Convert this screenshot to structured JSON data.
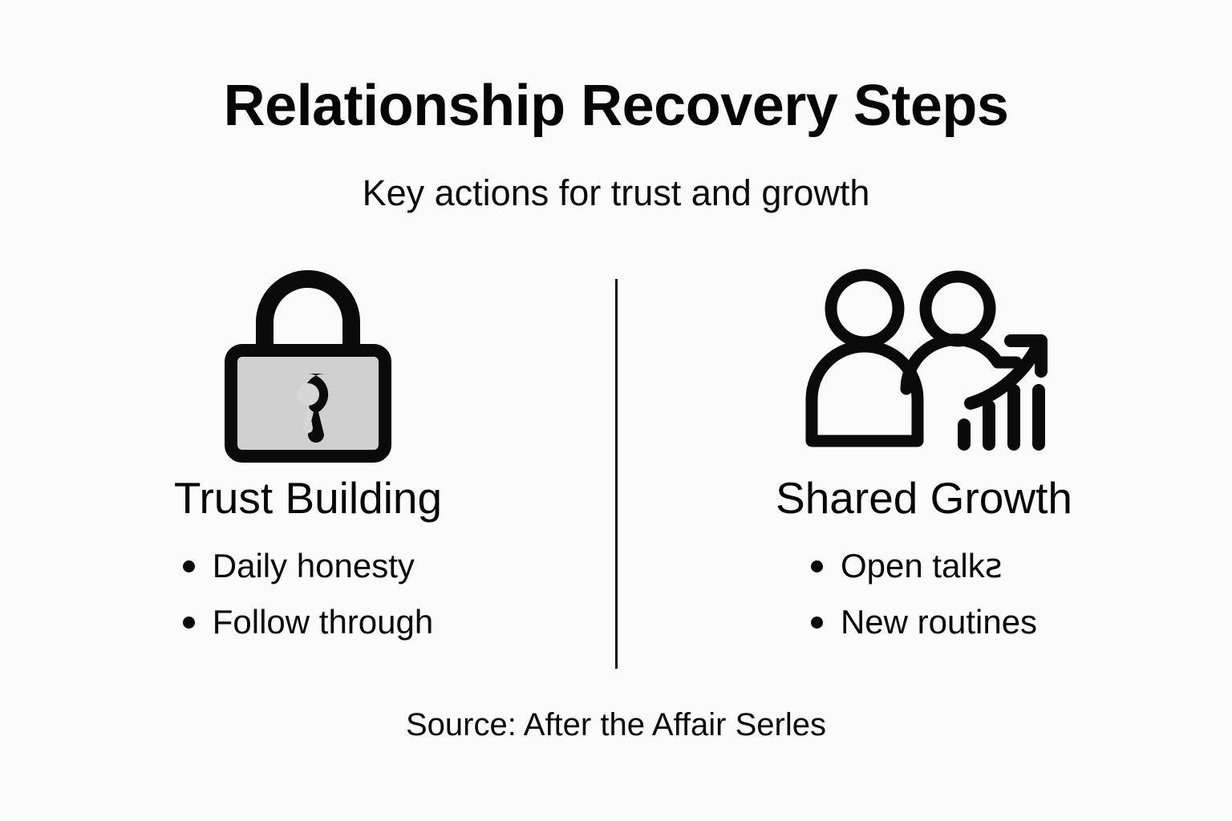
{
  "header": {
    "title": "Relationship Recovery Steps",
    "subtitle": "Key actions for trust and growth"
  },
  "columns": [
    {
      "icon": "padlock-icon",
      "heading": "Trust Building",
      "bullets": [
        "Daily honesty",
        "Follow through"
      ]
    },
    {
      "icon": "people-growth-chart-icon",
      "heading": "Shared Growth",
      "bullets": [
        "Open talkꙅ",
        "New routines"
      ]
    }
  ],
  "footer": {
    "source": "Source: After the Affair Serles"
  },
  "colors": {
    "background": "#fbfbfc",
    "ink": "#0a0a0a",
    "lock_body_fill": "#d0d0d0",
    "divider": "#0a0a0a"
  }
}
